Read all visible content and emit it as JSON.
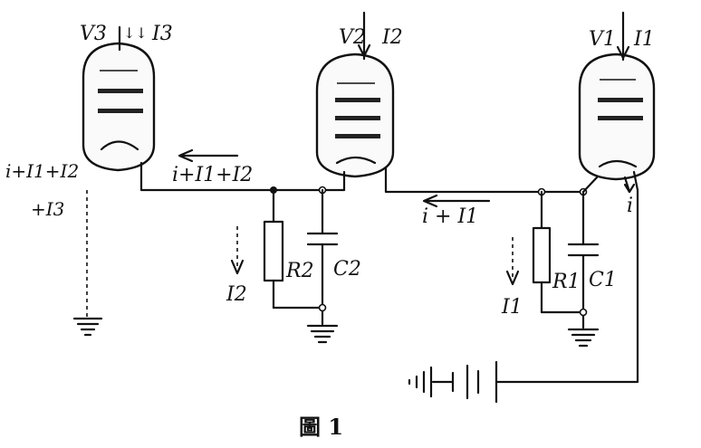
{
  "tubes": [
    {
      "id": "v3",
      "label": "V3",
      "current": "I3"
    },
    {
      "id": "v2",
      "label": "V2",
      "current": "I2"
    },
    {
      "id": "v1",
      "label": "V1",
      "current": "I1"
    }
  ],
  "currents": {
    "left_total_line1": "i+I1+I2",
    "left_total_line2": "+I3",
    "segment_a": "i+I1+I2",
    "segment_b": "i + I1",
    "cathode_v1": "i",
    "stage2_bypass": "I2",
    "stage1_bypass": "I1"
  },
  "components": {
    "r2": "R2",
    "c2": "C2",
    "r1": "R1",
    "c1": "C1"
  },
  "caption": "圖 1"
}
